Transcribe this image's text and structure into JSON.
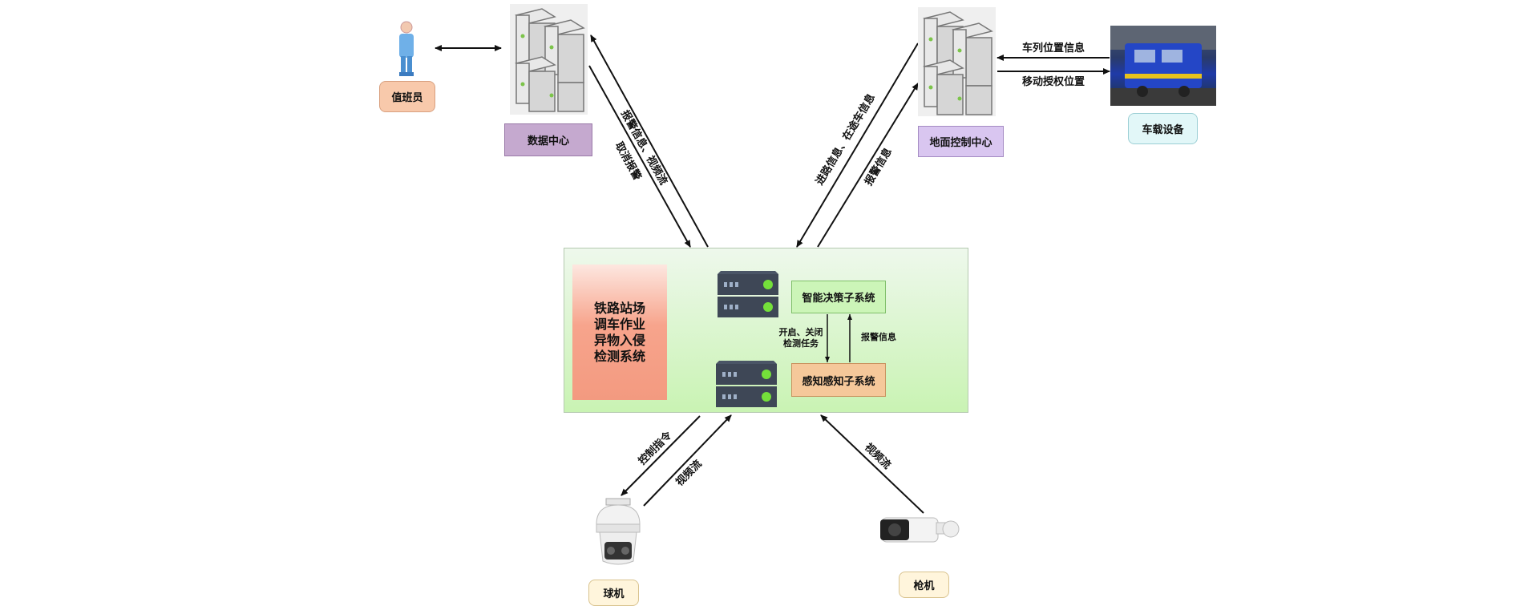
{
  "nodes": {
    "operator": {
      "label": "值班员",
      "icon": "person-icon",
      "bg": "#f8c9ab",
      "border": "#d9a07f"
    },
    "data_center": {
      "label": "数据中心",
      "icon": "server-rack-icon",
      "bg": "#c5a9cf",
      "border": "#9a7aa8"
    },
    "ground_control": {
      "label": "地面控制中心",
      "icon": "server-rack-icon",
      "bg": "#d9c6f0",
      "border": "#a48bc3"
    },
    "onboard": {
      "label": "车载设备",
      "icon": "locomotive-image",
      "bg": "#e2f7f8",
      "border": "#9ccfd5"
    },
    "dome_camera": {
      "label": "球机",
      "icon": "dome-camera-icon",
      "bg": "#fff5dc",
      "border": "#d9c38f"
    },
    "bullet_camera": {
      "label": "枪机",
      "icon": "bullet-camera-icon",
      "bg": "#fff5dc",
      "border": "#d9c38f"
    }
  },
  "main_system": {
    "title_lines": [
      "铁路站场",
      "调车作业",
      "异物入侵",
      "检测系统"
    ],
    "decision": {
      "label": "智能决策子系统",
      "bg": "#ccf5b8",
      "border": "#7fbf6a"
    },
    "perception": {
      "label": "感知感知子系统",
      "bg": "#f5c89a",
      "border": "#c9925f"
    },
    "down_label_lines": [
      "开启、关闭",
      "检测任务"
    ],
    "up_label": "报警信息"
  },
  "edges": {
    "dc_up": "报警信息、视频流",
    "dc_down": "取消报警",
    "gc_up": "进路信息、在途车信息",
    "gc_down": "报警信息",
    "train_pos": "车列位置信息",
    "move_auth": "移动授权位置",
    "dome_ctrl": "控制指令",
    "dome_video": "视频流",
    "bullet_video": "视频流"
  }
}
